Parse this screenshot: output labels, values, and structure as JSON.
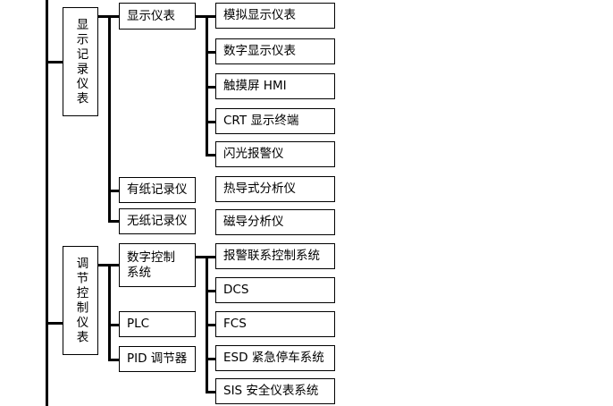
{
  "diagram": {
    "type": "tree",
    "title": "",
    "root": {
      "label": "",
      "trunk": true
    },
    "branches": [
      {
        "id": "display-record",
        "label": "显示记录仪表",
        "orientation": "vertical",
        "children": [
          {
            "id": "display-meter",
            "label": "显示仪表",
            "children": [
              {
                "id": "analog-display-meter",
                "label": "模拟显示仪表"
              },
              {
                "id": "digital-display-meter",
                "label": "数字显示仪表"
              },
              {
                "id": "touch-screen-hmi",
                "label": "触摸屏 HMI"
              },
              {
                "id": "crt-display-terminal",
                "label": "CRT 显示终端"
              },
              {
                "id": "flash-alarm",
                "label": "闪光报警仪"
              }
            ]
          },
          {
            "id": "paper-recorder",
            "label": "有纸记录仪",
            "children": []
          },
          {
            "id": "paperless-recorder",
            "label": "无纸记录仪",
            "children": []
          }
        ]
      },
      {
        "id": "regulation-control",
        "label": "调节控制仪表",
        "orientation": "vertical",
        "children": [
          {
            "id": "digital-control-system",
            "label": "数字控制\n系统",
            "children": [
              {
                "id": "alarm-interlock-control-system",
                "label": "报警联系控制系统"
              },
              {
                "id": "dcs",
                "label": "DCS"
              },
              {
                "id": "fcs",
                "label": "FCS"
              },
              {
                "id": "esd",
                "label": "ESD 紧急停车系统"
              },
              {
                "id": "sis",
                "label": "SIS 安全仪表系统"
              }
            ]
          },
          {
            "id": "plc",
            "label": "PLC",
            "children": []
          },
          {
            "id": "pid-regulator",
            "label": "PID 调节器",
            "children": []
          }
        ]
      }
    ],
    "standalone": [
      {
        "id": "thermal-conductivity-analyzer",
        "label": "热导式分析仪"
      },
      {
        "id": "magnetic-conductivity-analyzer",
        "label": "磁导分析仪"
      }
    ],
    "colors": {
      "line": "#000000",
      "box_border": "#000000",
      "background": "#ffffff",
      "text": "#000000"
    }
  }
}
